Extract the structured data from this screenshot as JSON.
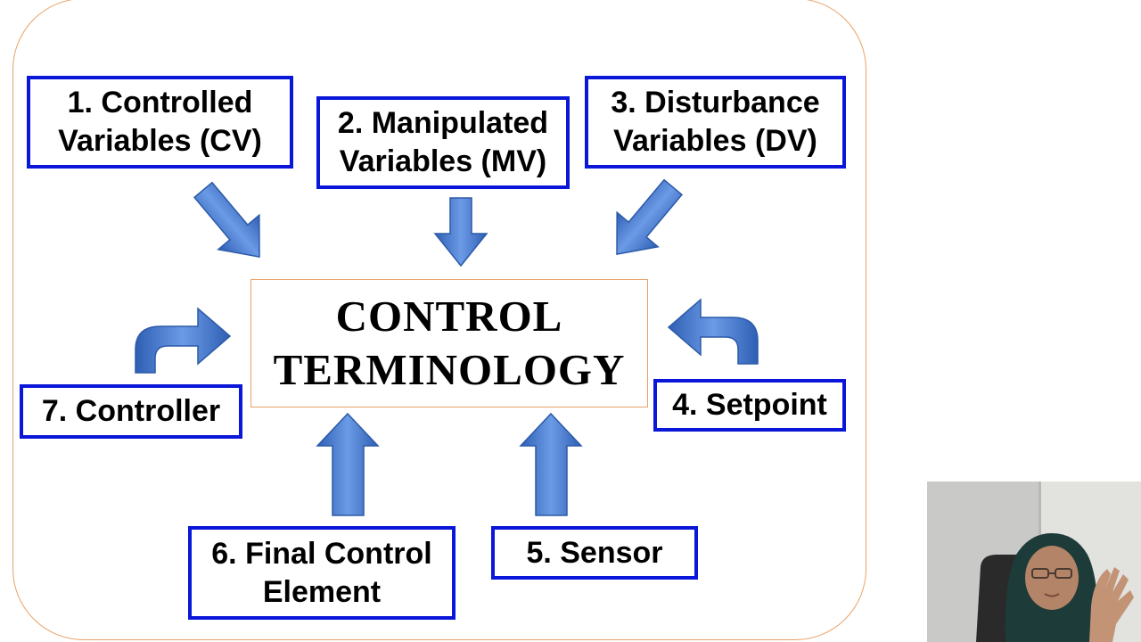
{
  "diagram": {
    "title": "CONTROL\nTERMINOLOGY",
    "terms": [
      {
        "id": "cv",
        "label": "1. Controlled\nVariables (CV)"
      },
      {
        "id": "mv",
        "label": "2. Manipulated\nVariables (MV)"
      },
      {
        "id": "dv",
        "label": "3. Disturbance\nVariables (DV)"
      },
      {
        "id": "setpoint",
        "label": "4. Setpoint"
      },
      {
        "id": "sensor",
        "label": "5. Sensor"
      },
      {
        "id": "fce",
        "label": "6. Final Control\nElement"
      },
      {
        "id": "controller",
        "label": "7. Controller"
      }
    ]
  },
  "colors": {
    "box_border": "#0a16d8",
    "frame_border": "#e8a268",
    "arrow_fill": "#4f81d9",
    "arrow_stroke": "#2c5aa8"
  },
  "overlay": {
    "icon": "presenter-webcam-icon"
  }
}
